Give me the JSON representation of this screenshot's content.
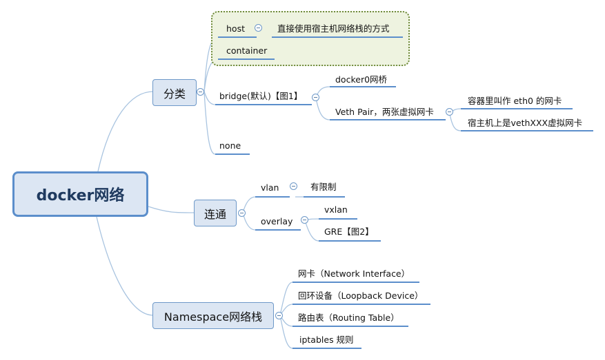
{
  "root": {
    "label": "docker网络"
  },
  "categories": {
    "label": "分类",
    "host": {
      "label": "host",
      "child": "直接使用宿主机网络栈的方式"
    },
    "container": {
      "label": "container"
    },
    "bridge": {
      "label": "bridge(默认)【图1】",
      "children": {
        "docker0": "docker0网桥",
        "veth": {
          "label": "Veth Pair，两张虚拟网卡",
          "children": [
            "容器里叫作 eth0 的网卡",
            "宿主机上是vethXXX虚拟网卡"
          ]
        }
      }
    },
    "none": {
      "label": "none"
    }
  },
  "connectivity": {
    "label": "连通",
    "vlan": {
      "label": "vlan",
      "child": "有限制"
    },
    "overlay": {
      "label": "overlay",
      "children": [
        "vxlan",
        "GRE【图2】"
      ]
    }
  },
  "namespace": {
    "label": "Namespace网络栈",
    "children": [
      "网卡（Network Interface）",
      "回环设备（Loopback Device）",
      "路由表（Routing Table）",
      "iptables 规则"
    ]
  }
}
